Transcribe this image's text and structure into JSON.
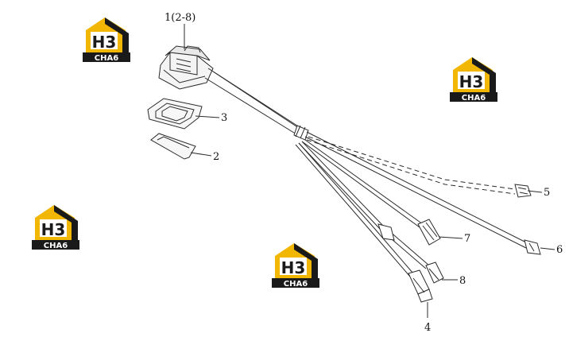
{
  "diagram": {
    "callouts": {
      "c1": "1(2-8)",
      "c2": "2",
      "c3": "3",
      "c4": "4",
      "c5": "5",
      "c6": "6",
      "c7": "7",
      "c8": "8"
    },
    "watermark": {
      "logo_top": "H3",
      "logo_bottom": "CHA6"
    },
    "colors": {
      "logo_yellow": "#F2B705",
      "logo_black": "#1a1a1a",
      "line": "#2b2b2b"
    }
  }
}
